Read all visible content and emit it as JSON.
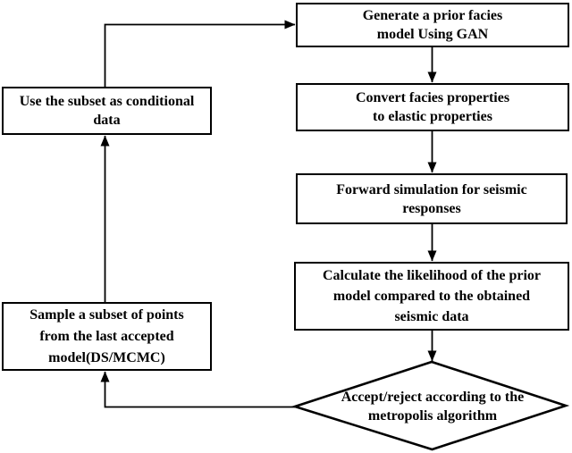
{
  "figure": {
    "background_color": "#ffffff",
    "line_color": "#000000",
    "text_color": "#000000"
  },
  "nodes": {
    "generate": {
      "shape": "rect",
      "label": "Generate a prior facies\nmodel Using GAN"
    },
    "convert": {
      "shape": "rect",
      "label": "Convert facies properties\nto elastic properties"
    },
    "forward": {
      "shape": "rect",
      "label": "Forward simulation for seismic\nresponses"
    },
    "likelihood": {
      "shape": "rect",
      "label": "Calculate the likelihood of  the prior\nmodel compared to the obtained\nseismic data"
    },
    "accept": {
      "shape": "diamond",
      "label": "Accept/reject according to the\nmetropolis algorithm"
    },
    "use_subset": {
      "shape": "rect",
      "label": "Use the subset as conditional\ndata"
    },
    "sample": {
      "shape": "rect",
      "label": "Sample a subset of points\nfrom the last accepted\nmodel(DS/MCMC)"
    }
  },
  "edges": [
    {
      "from": "generate",
      "to": "convert",
      "style": "arrow-down"
    },
    {
      "from": "convert",
      "to": "forward",
      "style": "arrow-down"
    },
    {
      "from": "forward",
      "to": "likelihood",
      "style": "arrow-down"
    },
    {
      "from": "likelihood",
      "to": "accept",
      "style": "arrow-down"
    },
    {
      "from": "accept",
      "to": "sample",
      "style": "left-then-up-arrow"
    },
    {
      "from": "sample",
      "to": "use_subset",
      "style": "arrow-up"
    },
    {
      "from": "use_subset",
      "to": "generate",
      "style": "up-then-right-arrow"
    }
  ]
}
